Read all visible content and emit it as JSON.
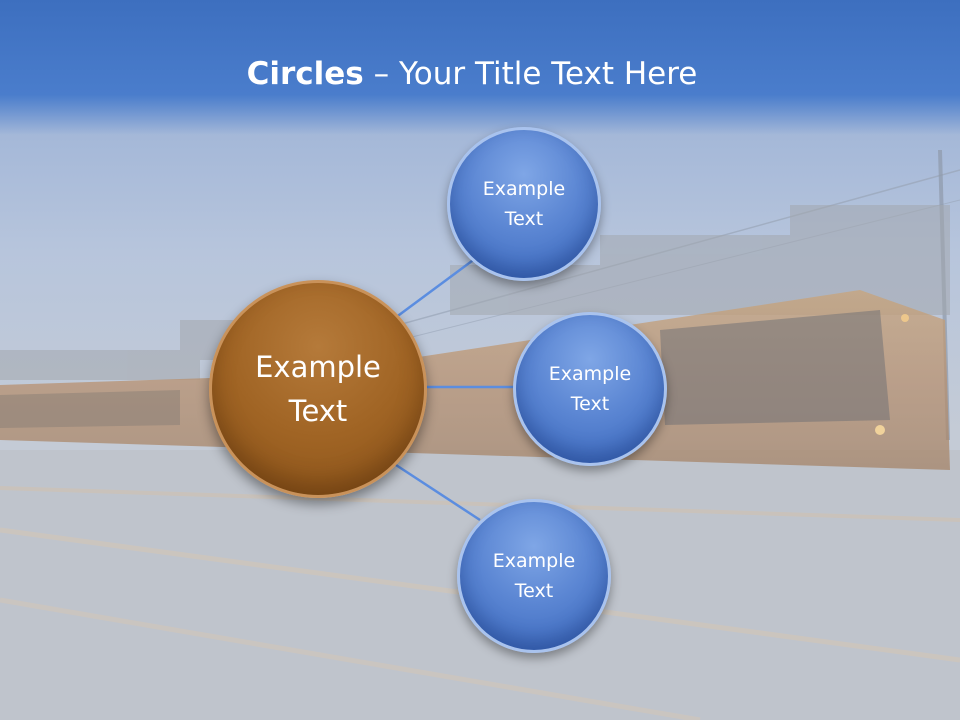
{
  "title": {
    "bold": "Circles",
    "rest": " – Your Title Text Here"
  },
  "diagram": {
    "center": {
      "line1": "Example",
      "line2": "Text"
    },
    "satellites": [
      {
        "line1": "Example",
        "line2": "Text"
      },
      {
        "line1": "Example",
        "line2": "Text"
      },
      {
        "line1": "Example",
        "line2": "Text"
      }
    ]
  },
  "colors": {
    "title_band": "#4a7dcc",
    "center_circle": "#a06424",
    "satellite_circle": "#5b86d3",
    "connector": "#5b8de0"
  }
}
